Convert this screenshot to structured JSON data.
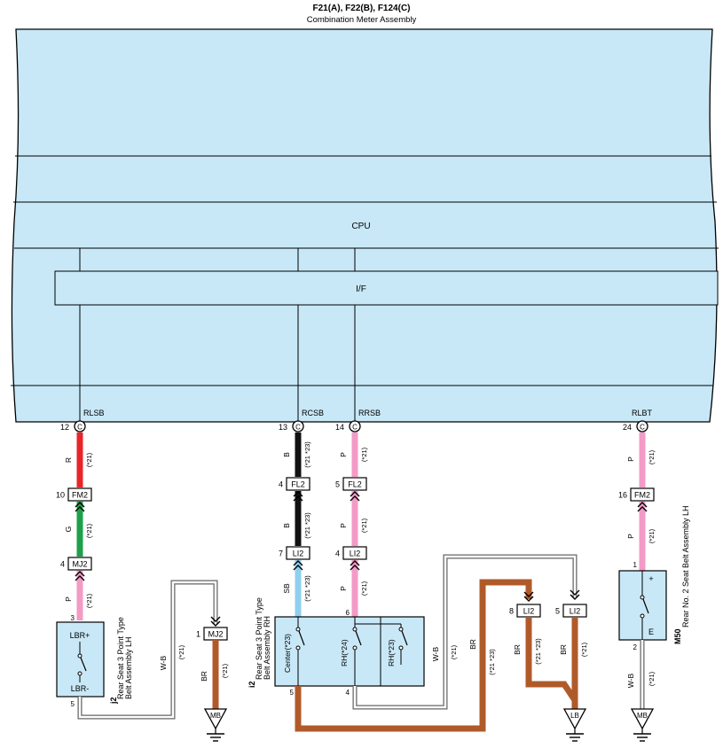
{
  "header": {
    "connectors": "F21(A), F22(B), F124(C)",
    "name": "Combination Meter Assembly"
  },
  "meter": {
    "cpu_label": "CPU",
    "if_label": "I/F"
  },
  "terminals": {
    "rlsb": {
      "name": "RLSB",
      "pin": "12",
      "conn": "C"
    },
    "rcsb": {
      "name": "RCSB",
      "pin": "13",
      "conn": "C"
    },
    "rrsb": {
      "name": "RRSB",
      "pin": "14",
      "conn": "C"
    },
    "rlbt": {
      "name": "RLBT",
      "pin": "24",
      "conn": "C"
    }
  },
  "wires": {
    "rlsb_1": {
      "color": "R",
      "note": "(*21)"
    },
    "rlsb_2": {
      "color": "G",
      "note": "(*21)"
    },
    "rlsb_3": {
      "color": "P",
      "note": "(*21)"
    },
    "rcsb_1": {
      "color": "B",
      "note": "(*21 *23)"
    },
    "rcsb_2": {
      "color": "B",
      "note": "(*21 *23)"
    },
    "rcsb_3": {
      "color": "SB",
      "note": "(*21 *23)"
    },
    "rrsb_1": {
      "color": "P",
      "note": "(*21)"
    },
    "rrsb_2": {
      "color": "P",
      "note": "(*21)"
    },
    "rrsb_3": {
      "color": "P",
      "note": "(*21)"
    },
    "rlbt_1": {
      "color": "P",
      "note": "(*21)"
    },
    "rlbt_2": {
      "color": "P",
      "note": "(*21)"
    },
    "j2_wb": {
      "color": "W-B",
      "note": "(*21)"
    },
    "mj2_br": {
      "color": "BR",
      "note": "(*21)"
    },
    "i2_wb": {
      "color": "W-B",
      "note": "(*21)"
    },
    "i2_br": {
      "color": "BR",
      "note": "(*21 *23)"
    },
    "li2a_br": {
      "color": "BR",
      "note": "(*21 *23)"
    },
    "li2b_br": {
      "color": "BR",
      "note": "(*21)"
    },
    "m50_wb": {
      "color": "W-B",
      "note": "(*21)"
    }
  },
  "connectors": {
    "fm2_a": {
      "name": "FM2",
      "pin": "10"
    },
    "mj2_a": {
      "name": "MJ2",
      "pin": "4"
    },
    "fl2_a": {
      "name": "FL2",
      "pin": "4"
    },
    "li2_a": {
      "name": "LI2",
      "pin": "7"
    },
    "fl2_b": {
      "name": "FL2",
      "pin": "5"
    },
    "li2_b": {
      "name": "LI2",
      "pin": "4"
    },
    "fm2_b": {
      "name": "FM2",
      "pin": "16"
    },
    "mj2_b": {
      "name": "MJ2",
      "pin": "1"
    },
    "li2_c": {
      "name": "LI2",
      "pin": "8"
    },
    "li2_d": {
      "name": "LI2",
      "pin": "5"
    }
  },
  "components": {
    "j2": {
      "id": "j2",
      "name_line1": "Rear Seat 3 Point Type",
      "name_line2": "Belt Assembly LH",
      "pin_top": "3",
      "pin_bottom": "5",
      "label_top": "LBR+",
      "label_bottom": "LBR-"
    },
    "i2": {
      "id": "i2",
      "name_line1": "Rear Seat 3 Point Type",
      "name_line2": "Belt Assembly RH",
      "pin_top": "6",
      "pin_b1": "5",
      "pin_b2": "4",
      "sw1": "Center(*23)",
      "sw2": "RH(*24)",
      "sw3": "RH(*23)"
    },
    "m50": {
      "id": "M50",
      "name": "Rear No. 2 Seat Belt Assembly LH",
      "pin_top": "1",
      "pin_bottom": "2",
      "plus": "+",
      "e": "E"
    }
  },
  "grounds": {
    "mb1": "MB",
    "lb": "LB",
    "mb2": "MB"
  },
  "colors": {
    "box_fill": "#c8e8f7",
    "red": "#e8262a",
    "green": "#1ea04a",
    "pink": "#f39ac6",
    "black": "#111111",
    "sky": "#8fd0ee",
    "brown": "#b05a2a",
    "gray": "#777777"
  }
}
